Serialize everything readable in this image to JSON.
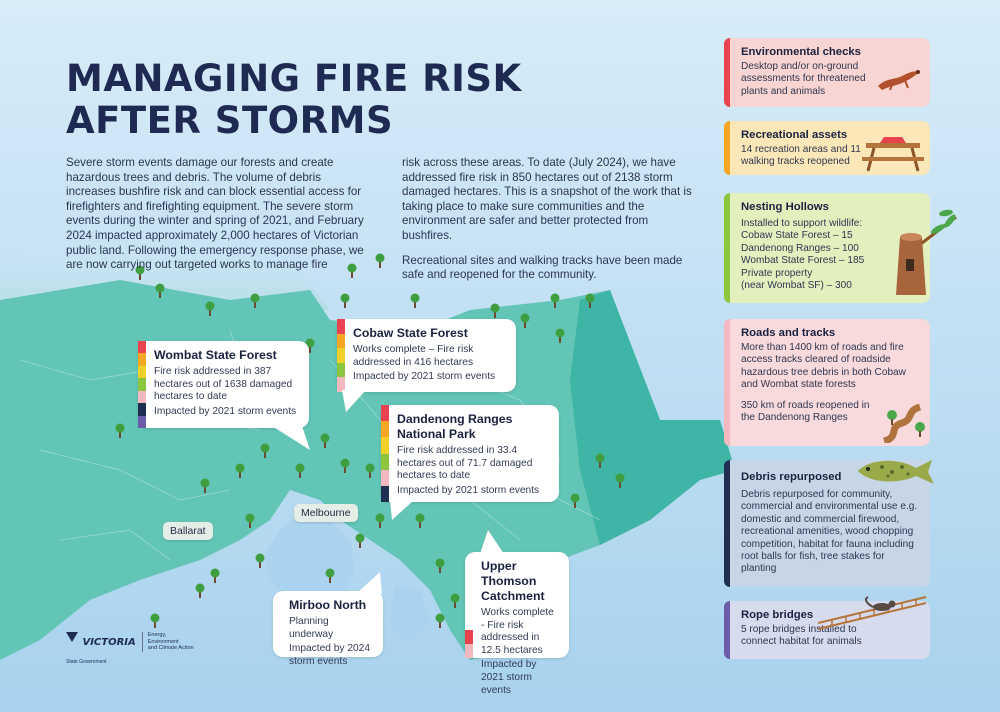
{
  "title": {
    "line1": "MANAGING FIRE RISK",
    "line2": "AFTER STORMS"
  },
  "intro": {
    "left": "Severe storm events damage our forests and create hazardous trees and debris. The volume of debris increases bushfire risk and can block essential access for firefighters and firefighting equipment. The severe storm events during the winter and spring of 2021, and February 2024 impacted approximately 2,000 hectares of Victorian public land. Following the emergency response phase, we are now carrying out targeted works to manage fire",
    "right1": "risk across these areas. To date (July 2024), we have addressed fire risk in 850 hectares out of 2138 storm damaged hectares. This is a snapshot of the work that is taking place to make sure communities and the environment are safer and better protected from bushfires.",
    "right2": "Recreational sites and walking tracks have been made safe and reopened for the community."
  },
  "places": {
    "ballarat": "Ballarat",
    "melbourne": "Melbourne"
  },
  "callouts": {
    "wombat": {
      "title": "Wombat State Forest",
      "line1": "Fire risk addressed in 387 hectares out of 1638 damaged hectares to date",
      "line2": "Impacted by 2021 storm events"
    },
    "cobaw": {
      "title": "Cobaw State Forest",
      "line1": "Works complete – Fire risk addressed in 416 hectares",
      "line2": "Impacted by 2021 storm events"
    },
    "dandenong": {
      "title": "Dandenong Ranges National Park",
      "line1": "Fire risk addressed in 33.4 hectares out of 71.7 damaged hectares to date",
      "line2": "Impacted by 2021 storm events"
    },
    "thomson": {
      "title": "Upper Thomson Catchment",
      "line1": "Works complete - Fire risk addressed in 12.5 hectares",
      "line2": "Impacted by 2021 storm events"
    },
    "mirboo": {
      "title": "Mirboo North",
      "line1": "Planning underway",
      "line2": "Impacted by 2024 storm events"
    }
  },
  "panels": {
    "environmental": {
      "title": "Environmental checks",
      "text": "Desktop and/or on-ground assessments for threatened plants and animals"
    },
    "recreational": {
      "title": "Recreational assets",
      "text": "14 recreation areas and 11 walking tracks reopened"
    },
    "nesting": {
      "title": "Nesting Hollows",
      "l1": "Installed to support wildlife:",
      "l2": "Cobaw State Forest – 15",
      "l3": "Dandenong Ranges – 100",
      "l4": "Wombat State Forest – 185",
      "l5": "Private property",
      "l6": "(near Wombat SF) – 300"
    },
    "roads": {
      "title": "Roads and tracks",
      "text1": "More than 1400 km of roads and fire access tracks cleared of roadside hazardous tree debris in both Cobaw and Wombat state forests",
      "text2": "350 km of roads reopened in the Dandenong Ranges"
    },
    "debris": {
      "title": "Debris repurposed",
      "text": "Debris repurposed for community, commercial and environmental use e.g. domestic and commercial firewood, recreational amenities, wood chopping competition, habitat for fauna including root balls for fish, tree stakes for planting"
    },
    "rope": {
      "title": "Rope bridges",
      "text": "5 rope bridges installed to connect habitat for animals"
    }
  },
  "logo": {
    "name": "VICTORIA",
    "sub": "State Government",
    "dept1": "Energy,",
    "dept2": "Environment",
    "dept3": "and Climate Action"
  },
  "colors": {
    "title": "#1e2a52",
    "land": "#5ec4b4",
    "landdark": "#38b3a3",
    "sea": "#a9d3ee",
    "red": "#e8434f",
    "orange": "#f5a623",
    "yellow": "#f2d02a",
    "green": "#8cc63f",
    "pink": "#f4b8bf",
    "navy": "#1e2f52",
    "purple": "#6b5ba8"
  }
}
